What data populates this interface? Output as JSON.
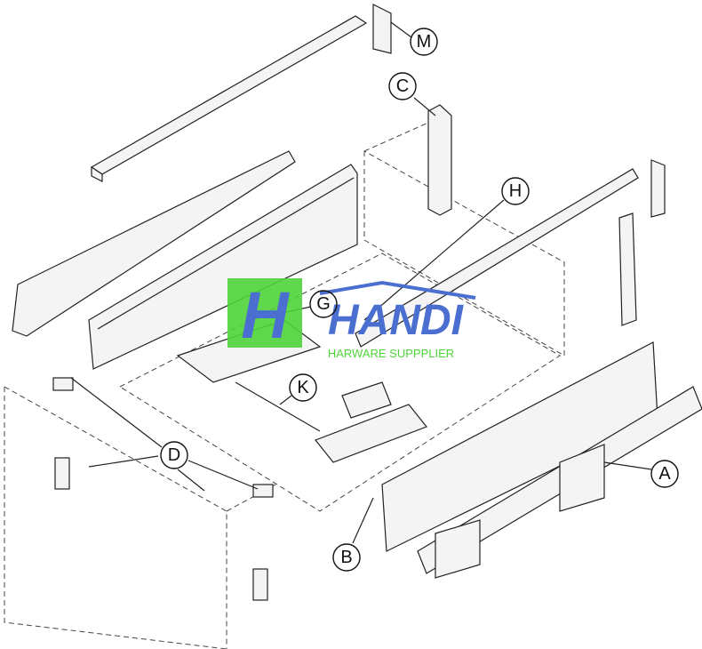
{
  "labels": {
    "M": "M",
    "C": "C",
    "H": "H",
    "G": "G",
    "K": "K",
    "D": "D",
    "A": "A",
    "B": "B"
  },
  "logo": {
    "word": "HANDI",
    "tagline": "HARWARE SUPPPLIER",
    "green": "#4fd43a",
    "blue": "#4b6fd0"
  }
}
